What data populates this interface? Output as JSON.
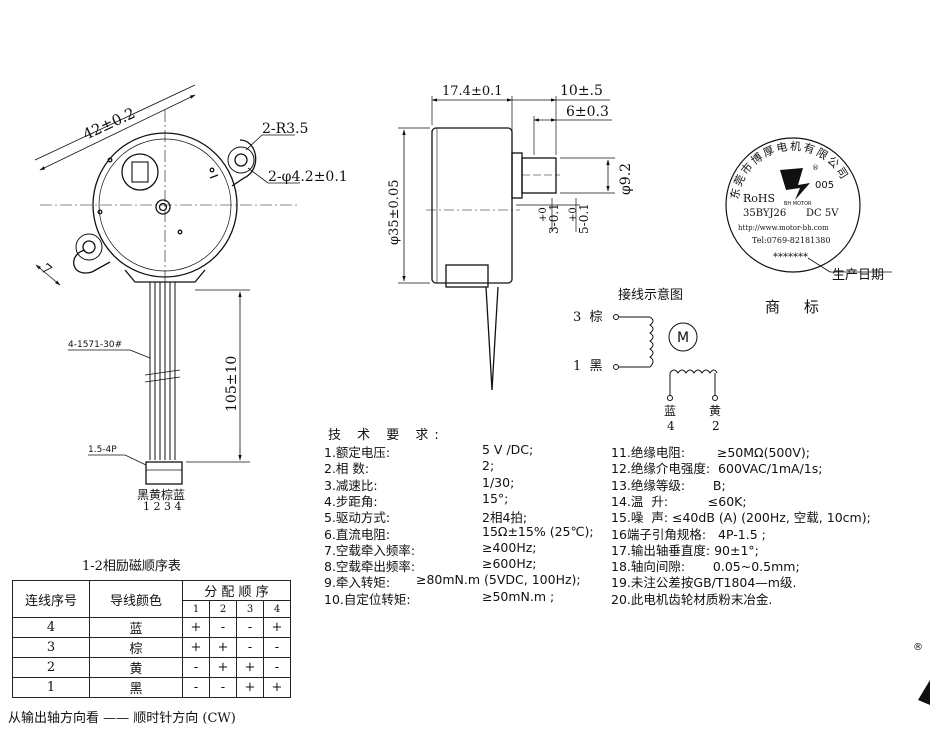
{
  "front_view": {
    "dim_diameter": "42±0.2",
    "dim_radius": "2-R3.5",
    "dim_hole": "2-φ4.2±0.1",
    "dim_offset": "7",
    "dim_wire": "4-1571-30#",
    "dim_connector": "1.5-4P",
    "dim_lead_length": "105±10",
    "connector_colors": "黑黄棕蓝",
    "connector_pins": "1 2 3 4"
  },
  "side_view": {
    "dim_body": "17.4±0.1",
    "dim_shaft1": "10±.5",
    "dim_shaft2": "6±0.3",
    "dim_shaft_dia": "φ9.2",
    "dim_body_dia": "φ35±0.05",
    "dim_tol1": "3-0.1",
    "dim_tol1_top": "+0",
    "dim_tol2": "5-0.1",
    "dim_tol2_top": "+0"
  },
  "label": {
    "ring_text": "东莞市博厚电机有限公司",
    "rohs": "RoHS",
    "model": "35BYJ26",
    "voltage": "DC 5V",
    "code": "005",
    "brand": "BH MOTOR",
    "url": "http://www.motor-bh.com",
    "tel": "Tel:0769-82181380",
    "stars": "*******",
    "date_label": "生产日期",
    "trademark": "商     标"
  },
  "wiring": {
    "title": "接线示意图",
    "left_top": "3  棕",
    "left_bottom": "1  黑",
    "motor": "M",
    "bottom_left_color": "蓝",
    "bottom_left_num": "4",
    "bottom_right_color": "黄",
    "bottom_right_num": "2"
  },
  "specs": {
    "title": "技 术 要 求:",
    "left": [
      {
        "label": "1.额定电压:",
        "value": "5 V /DC;"
      },
      {
        "label": "2.相    数:",
        "value": "2;"
      },
      {
        "label": "3.减速比:",
        "value": "1/30;"
      },
      {
        "label": "4.步距角:",
        "value": "15°;"
      },
      {
        "label": "5.驱动方式:",
        "value": "2相4拍;"
      },
      {
        "label": "6.直流电阻:",
        "value": "15Ω±15% (25℃);"
      },
      {
        "label": "7.空载牵入频率:",
        "value": "≥400Hz;"
      },
      {
        "label": "8.空载牵出频率:",
        "value": "≥600Hz;"
      },
      {
        "label": "9.牵入转矩:",
        "value": "≥80mN.m (5VDC, 100Hz);"
      },
      {
        "label": "10.自定位转矩:",
        "value": "≥50mN.m    ;"
      }
    ],
    "right": [
      "11.绝缘电阻:        ≥50MΩ(500V);",
      "12.绝缘介电强度:  600VAC/1mA/1s;",
      "13.绝缘等级:       B;",
      "14.温  升:          ≤60K;",
      "15.噪  声: ≤40dB (A) (200Hz, 空载, 10cm);",
      "16端子引角规格:   4P-1.5 ;",
      "17.输出轴垂直度: 90±1°;",
      "18.轴向间隙:       0.05~0.5mm;",
      "19.未注公差按GB/T1804—m级.",
      "20.此电机齿轮材质粉末冶金."
    ]
  },
  "phase_table": {
    "caption": "1-2相励磁顺序表",
    "col_seq": "连线序号",
    "col_color": "导线颜色",
    "col_order": "分 配 顺 序",
    "steps": [
      "1",
      "2",
      "3",
      "4"
    ],
    "rows": [
      {
        "seq": "4",
        "color": "蓝",
        "cells": [
          "+",
          "-",
          "-",
          "+"
        ]
      },
      {
        "seq": "3",
        "color": "棕",
        "cells": [
          "+",
          "+",
          "-",
          "-"
        ]
      },
      {
        "seq": "2",
        "color": "黄",
        "cells": [
          "-",
          "+",
          "+",
          "-"
        ]
      },
      {
        "seq": "1",
        "color": "黑",
        "cells": [
          "-",
          "-",
          "+",
          "+"
        ]
      }
    ]
  },
  "footer": "从输出轴方向看 —— 顺时针方向 (CW)",
  "corner_mark": "®"
}
